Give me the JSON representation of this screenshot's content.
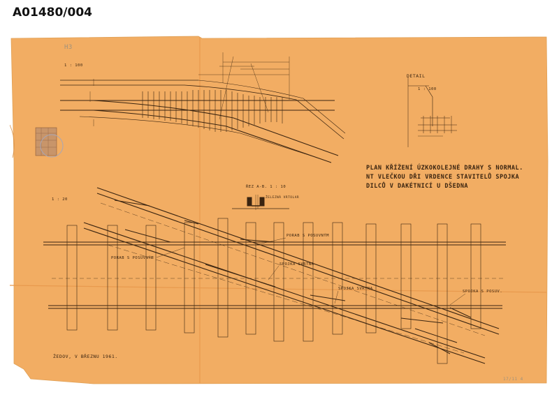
{
  "document": {
    "id": "A01480/004",
    "pencil_mark": "H3",
    "footer_pencil": "17/11 4"
  },
  "drawing": {
    "title_lines": [
      "PLAN KŘÍŽENÍ ÚZKOKOLEJNÉ DRAHY S NORMAL.",
      "NT VLEČKOU DŘI VRDENCE STAVITELŮ SPOJKA",
      "DILCŮ V DAKÉTNICÍ U DŠEDNA"
    ],
    "scale_top": "1 : 100",
    "scale_main": "1 : 20",
    "detail_label": "DETAIL",
    "detail_scale": "1 : 100",
    "section_label": "ŘEZ A-B.  1 : 10",
    "section_sublabel": "ŽELEZNÁ VRTOLAR",
    "callouts": {
      "porabrl_left": "PORAB S POSUVNÝM",
      "porabrl_top": "PORAB S POSUVNÝM",
      "porabrl_right": "SPOJKA S POSUV.",
      "spojka_1": "SPOJKA SVRTNA",
      "spojka_2": "SPOJKA SVRTNA"
    },
    "place_date": "ŽEDOV, V BŘEZNU 1961."
  }
}
